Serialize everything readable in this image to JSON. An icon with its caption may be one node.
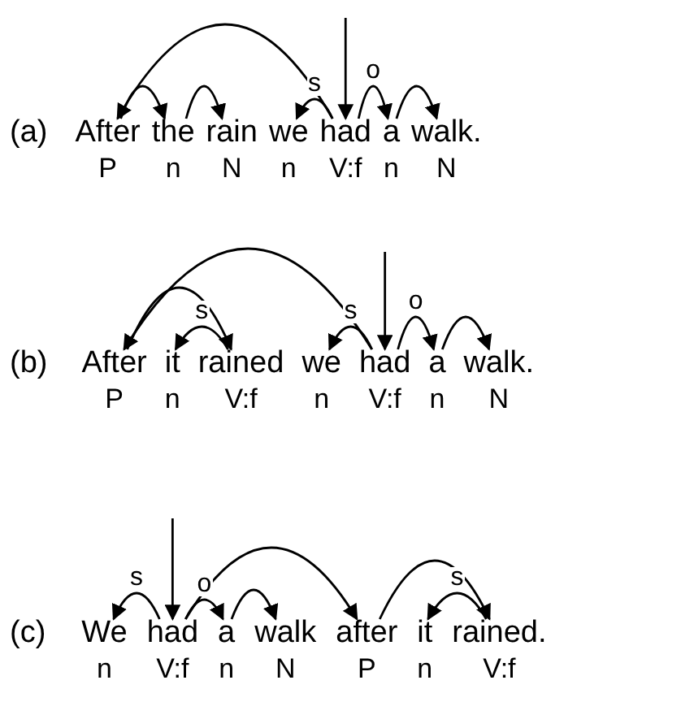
{
  "diagram": {
    "nodes": [
      {
        "text": [
          "After"
        ],
        "beside": [
          "P"
        ]
      },
      {
        "text": [
          "the"
        ],
        "beside": [
          "n"
        ]
      },
      {
        "text": [
          "rain"
        ],
        "beside": [
          "N"
        ]
      },
      {
        "text": [
          "we"
        ],
        "beside": [
          "n"
        ]
      },
      {
        "text": [
          "had"
        ],
        "beside": [
          "V:f"
        ]
      },
      {
        "text": [
          "a"
        ],
        "beside": [
          "n"
        ]
      },
      {
        "text": [
          "walk."
        ],
        "beside": [
          "N"
        ]
      },
      {
        "text": [
          "After"
        ],
        "beside": [
          "P"
        ]
      },
      {
        "text": [
          "it"
        ],
        "beside": [
          "n"
        ]
      },
      {
        "text": [
          "rained"
        ],
        "beside": [
          "V:f"
        ]
      },
      {
        "text": [
          "we"
        ],
        "beside": [
          "n"
        ]
      },
      {
        "text": [
          "had"
        ],
        "beside": [
          "V:f"
        ]
      },
      {
        "text": [
          "a"
        ],
        "beside": [
          "n"
        ]
      },
      {
        "text": [
          "walk."
        ],
        "beside": [
          "N"
        ]
      },
      {
        "text": [
          "We"
        ],
        "beside": [
          "n"
        ]
      },
      {
        "text": [
          "had"
        ],
        "beside": [
          "V:f"
        ]
      },
      {
        "text": [
          "a"
        ],
        "beside": [
          "n"
        ]
      },
      {
        "text": [
          "walk"
        ],
        "beside": [
          "N"
        ]
      },
      {
        "text": [
          "after"
        ],
        "beside": [
          "P"
        ]
      },
      {
        "text": [
          "it"
        ],
        "beside": [
          "n"
        ]
      },
      {
        "text": [
          "rained."
        ],
        "beside": [
          "V:f"
        ]
      }
    ],
    "edges": [
      {
        "from": 4,
        "to": 0,
        "arrow": "to"
      },
      {
        "from": 0,
        "to": 1,
        "arrow": "to"
      },
      {
        "from": 1,
        "to": 2,
        "arrow": "to"
      },
      {
        "from": 4,
        "to": 3,
        "arrow": "to",
        "label": "s"
      },
      {
        "from": 4,
        "to": 5,
        "arrow": "to",
        "label": "o"
      },
      {
        "from": 5,
        "to": 6,
        "arrow": "to"
      },
      {
        "from": null,
        "to": 4,
        "arrow": "to"
      },
      {
        "from": 11,
        "to": 7,
        "arrow": "to"
      },
      {
        "from": 7,
        "to": 9,
        "arrow": "to"
      },
      {
        "from": 9,
        "to": 8,
        "arrow": "to",
        "label": "s"
      },
      {
        "from": 11,
        "to": 10,
        "arrow": "to",
        "label": "s"
      },
      {
        "from": 11,
        "to": 12,
        "arrow": "to",
        "label": "o"
      },
      {
        "from": 12,
        "to": 13,
        "arrow": "to"
      },
      {
        "from": null,
        "to": 11,
        "arrow": "to"
      },
      {
        "from": 15,
        "to": 14,
        "arrow": "to",
        "label": "s"
      },
      {
        "from": null,
        "to": 15,
        "arrow": "to"
      },
      {
        "from": 15,
        "to": 16,
        "arrow": "to",
        "label": "o"
      },
      {
        "from": 16,
        "to": 17,
        "arrow": "to"
      },
      {
        "from": 15,
        "to": 18,
        "arrow": "to"
      },
      {
        "from": 18,
        "to": 20,
        "arrow": "to"
      },
      {
        "from": 20,
        "to": 19,
        "arrow": "to",
        "label": "s"
      }
    ],
    "labels": [
      "(a)",
      "(b)",
      "(c)"
    ]
  }
}
